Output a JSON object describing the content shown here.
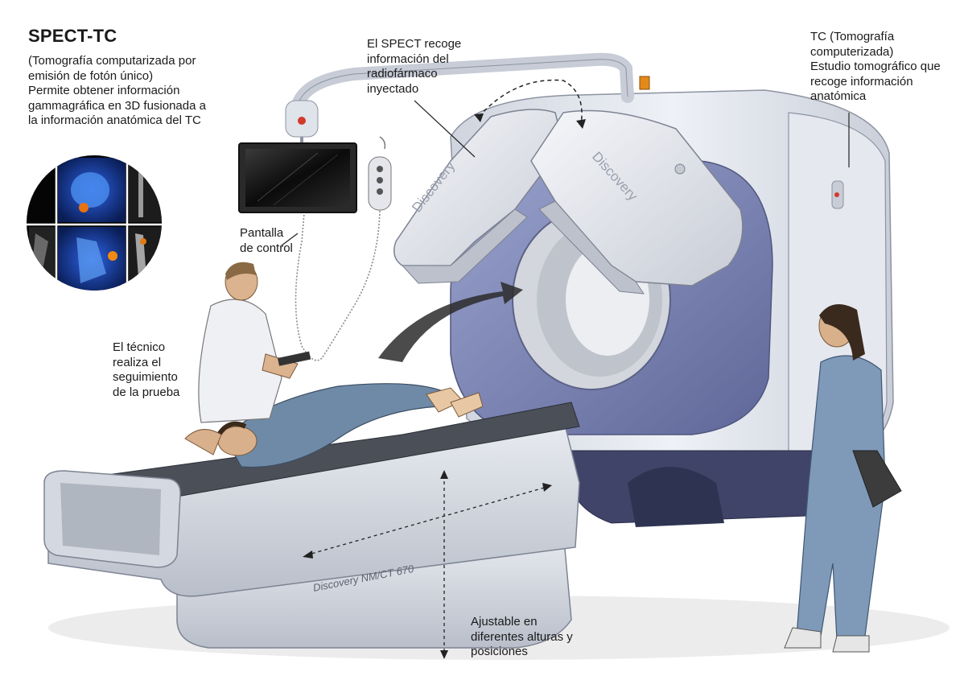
{
  "title": "SPECT-TC",
  "intro": {
    "subtitle": "(Tomografía computarizada por\nemisión de fotón único)",
    "description": "Permite obtener información\ngammagráfica en 3D fusionada a\nla información anatómica del TC"
  },
  "callouts": {
    "spect": "El SPECT recoge\ninformación del\nradiofármaco\ninyectado",
    "tc_title": "TC (Tomografía\ncomputerizada)",
    "tc_desc": "Estudio tomográfico que\nrecoge información\nanatómica",
    "control_screen": "Pantalla\nde control",
    "technician": "El técnico\nrealiza el\nseguimiento\nde la prueba",
    "adjustable": "Ajustable en\ndiferentes alturas y\nposiciones"
  },
  "machine": {
    "detector_brand_left": "Discovery",
    "detector_brand_right": "Discovery",
    "table_model": "Discovery NM/CT 670"
  },
  "colors": {
    "gantry_body": "#e2e6ee",
    "gantry_ring": "#7e87b9",
    "detector": "#eef0f4",
    "table_pad": "#4a4f58",
    "scrubs": "#7f99b8",
    "patient_shirt": "#6e8aa6",
    "scan_blue": "#1f49c9"
  }
}
